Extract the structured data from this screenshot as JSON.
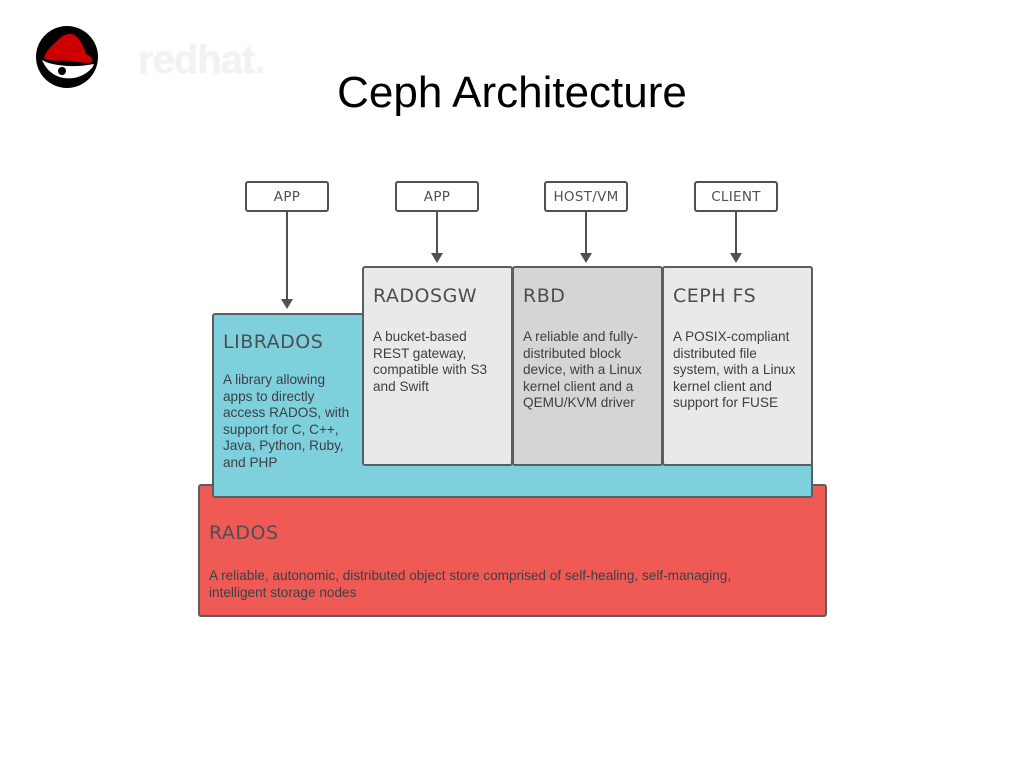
{
  "header": {
    "logo_text": "redhat.",
    "title": "Ceph Architecture"
  },
  "colors": {
    "rados": "#ef5a55",
    "librados": "#7fd0dd",
    "radosgw": "#e8e9e9",
    "rbd": "#d4d5d5",
    "cephfs": "#e8e9e9",
    "outline": "#4d5257",
    "logo_red": "#cc0000"
  },
  "clients": [
    {
      "label": "APP"
    },
    {
      "label": "APP"
    },
    {
      "label": "HOST/VM"
    },
    {
      "label": "CLIENT"
    }
  ],
  "blocks": {
    "librados": {
      "title": "LIBRADOS",
      "desc": "A library allowing apps to directly access RADOS, with support for C, C++, Java, Python, Ruby, and PHP"
    },
    "radosgw": {
      "title": "RADOSGW",
      "desc": "A bucket-based REST gateway, compatible with S3 and Swift"
    },
    "rbd": {
      "title": "RBD",
      "desc": "A reliable and fully-distributed block device, with a Linux kernel client and a QEMU/KVM driver"
    },
    "cephfs": {
      "title": "CEPH FS",
      "desc": "A POSIX-compliant distributed file system, with a Linux kernel client and support for FUSE"
    },
    "rados": {
      "title": "RADOS",
      "desc": "A reliable, autonomic, distributed object store comprised of self-healing, self-managing, intelligent storage nodes"
    }
  }
}
